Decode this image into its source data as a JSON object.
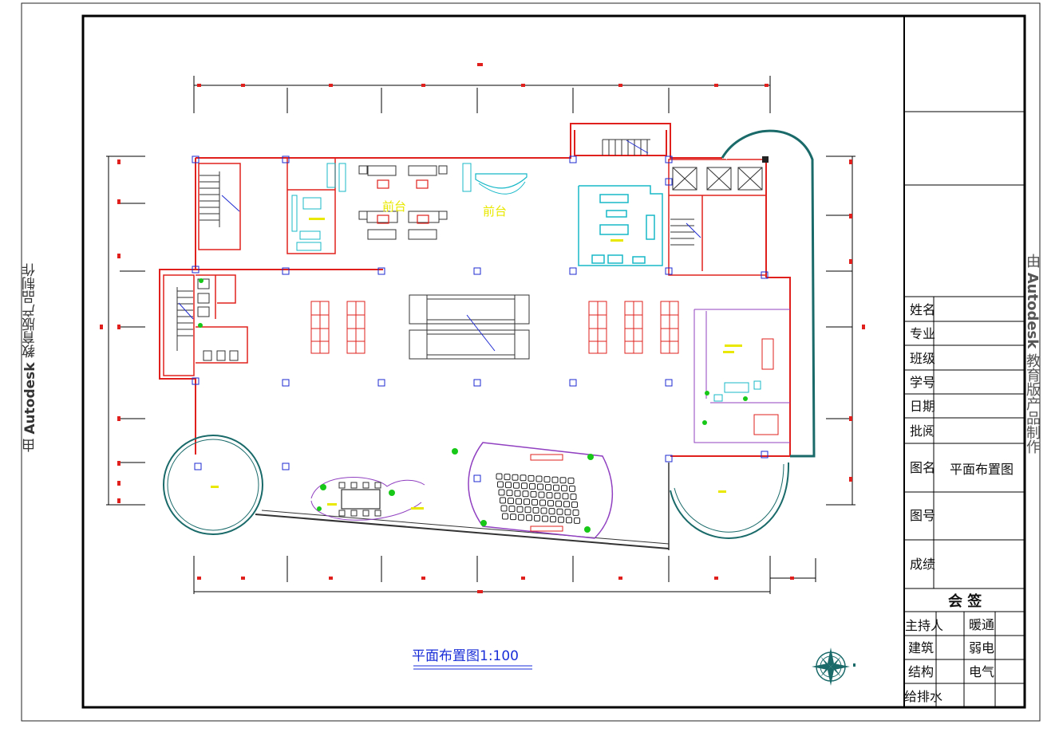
{
  "watermark": {
    "prefix": "由",
    "brand": "Autodesk",
    "suffix": "教育版产品制作"
  },
  "drawing": {
    "title": "平面布置图1:100",
    "room_labels": {
      "reception_left": "前台",
      "reception_right": "前台"
    }
  },
  "title_block": {
    "rows": [
      {
        "label": "姓名",
        "value": ""
      },
      {
        "label": "专业",
        "value": ""
      },
      {
        "label": "班级",
        "value": ""
      },
      {
        "label": "学号",
        "value": ""
      },
      {
        "label": "日期",
        "value": ""
      },
      {
        "label": "批阅",
        "value": ""
      }
    ],
    "drawing_name_label": "图名",
    "drawing_name_value": "平面布置图",
    "drawing_number_label": "图号",
    "score_label": "成绩",
    "sign_header": "会  签",
    "sign_rows": [
      {
        "left": "主持人",
        "right": "暖通"
      },
      {
        "left": "建筑",
        "right": "弱电"
      },
      {
        "left": "结构",
        "right": "电气"
      },
      {
        "left": "给排水",
        "right": ""
      }
    ]
  },
  "colors": {
    "wall": "#e0201c",
    "cad_blue": "#1e2ad0",
    "cyan": "#18b8c8",
    "green": "#18c818",
    "label_yellow": "#e8e800",
    "teal": "#1a6a6a"
  }
}
